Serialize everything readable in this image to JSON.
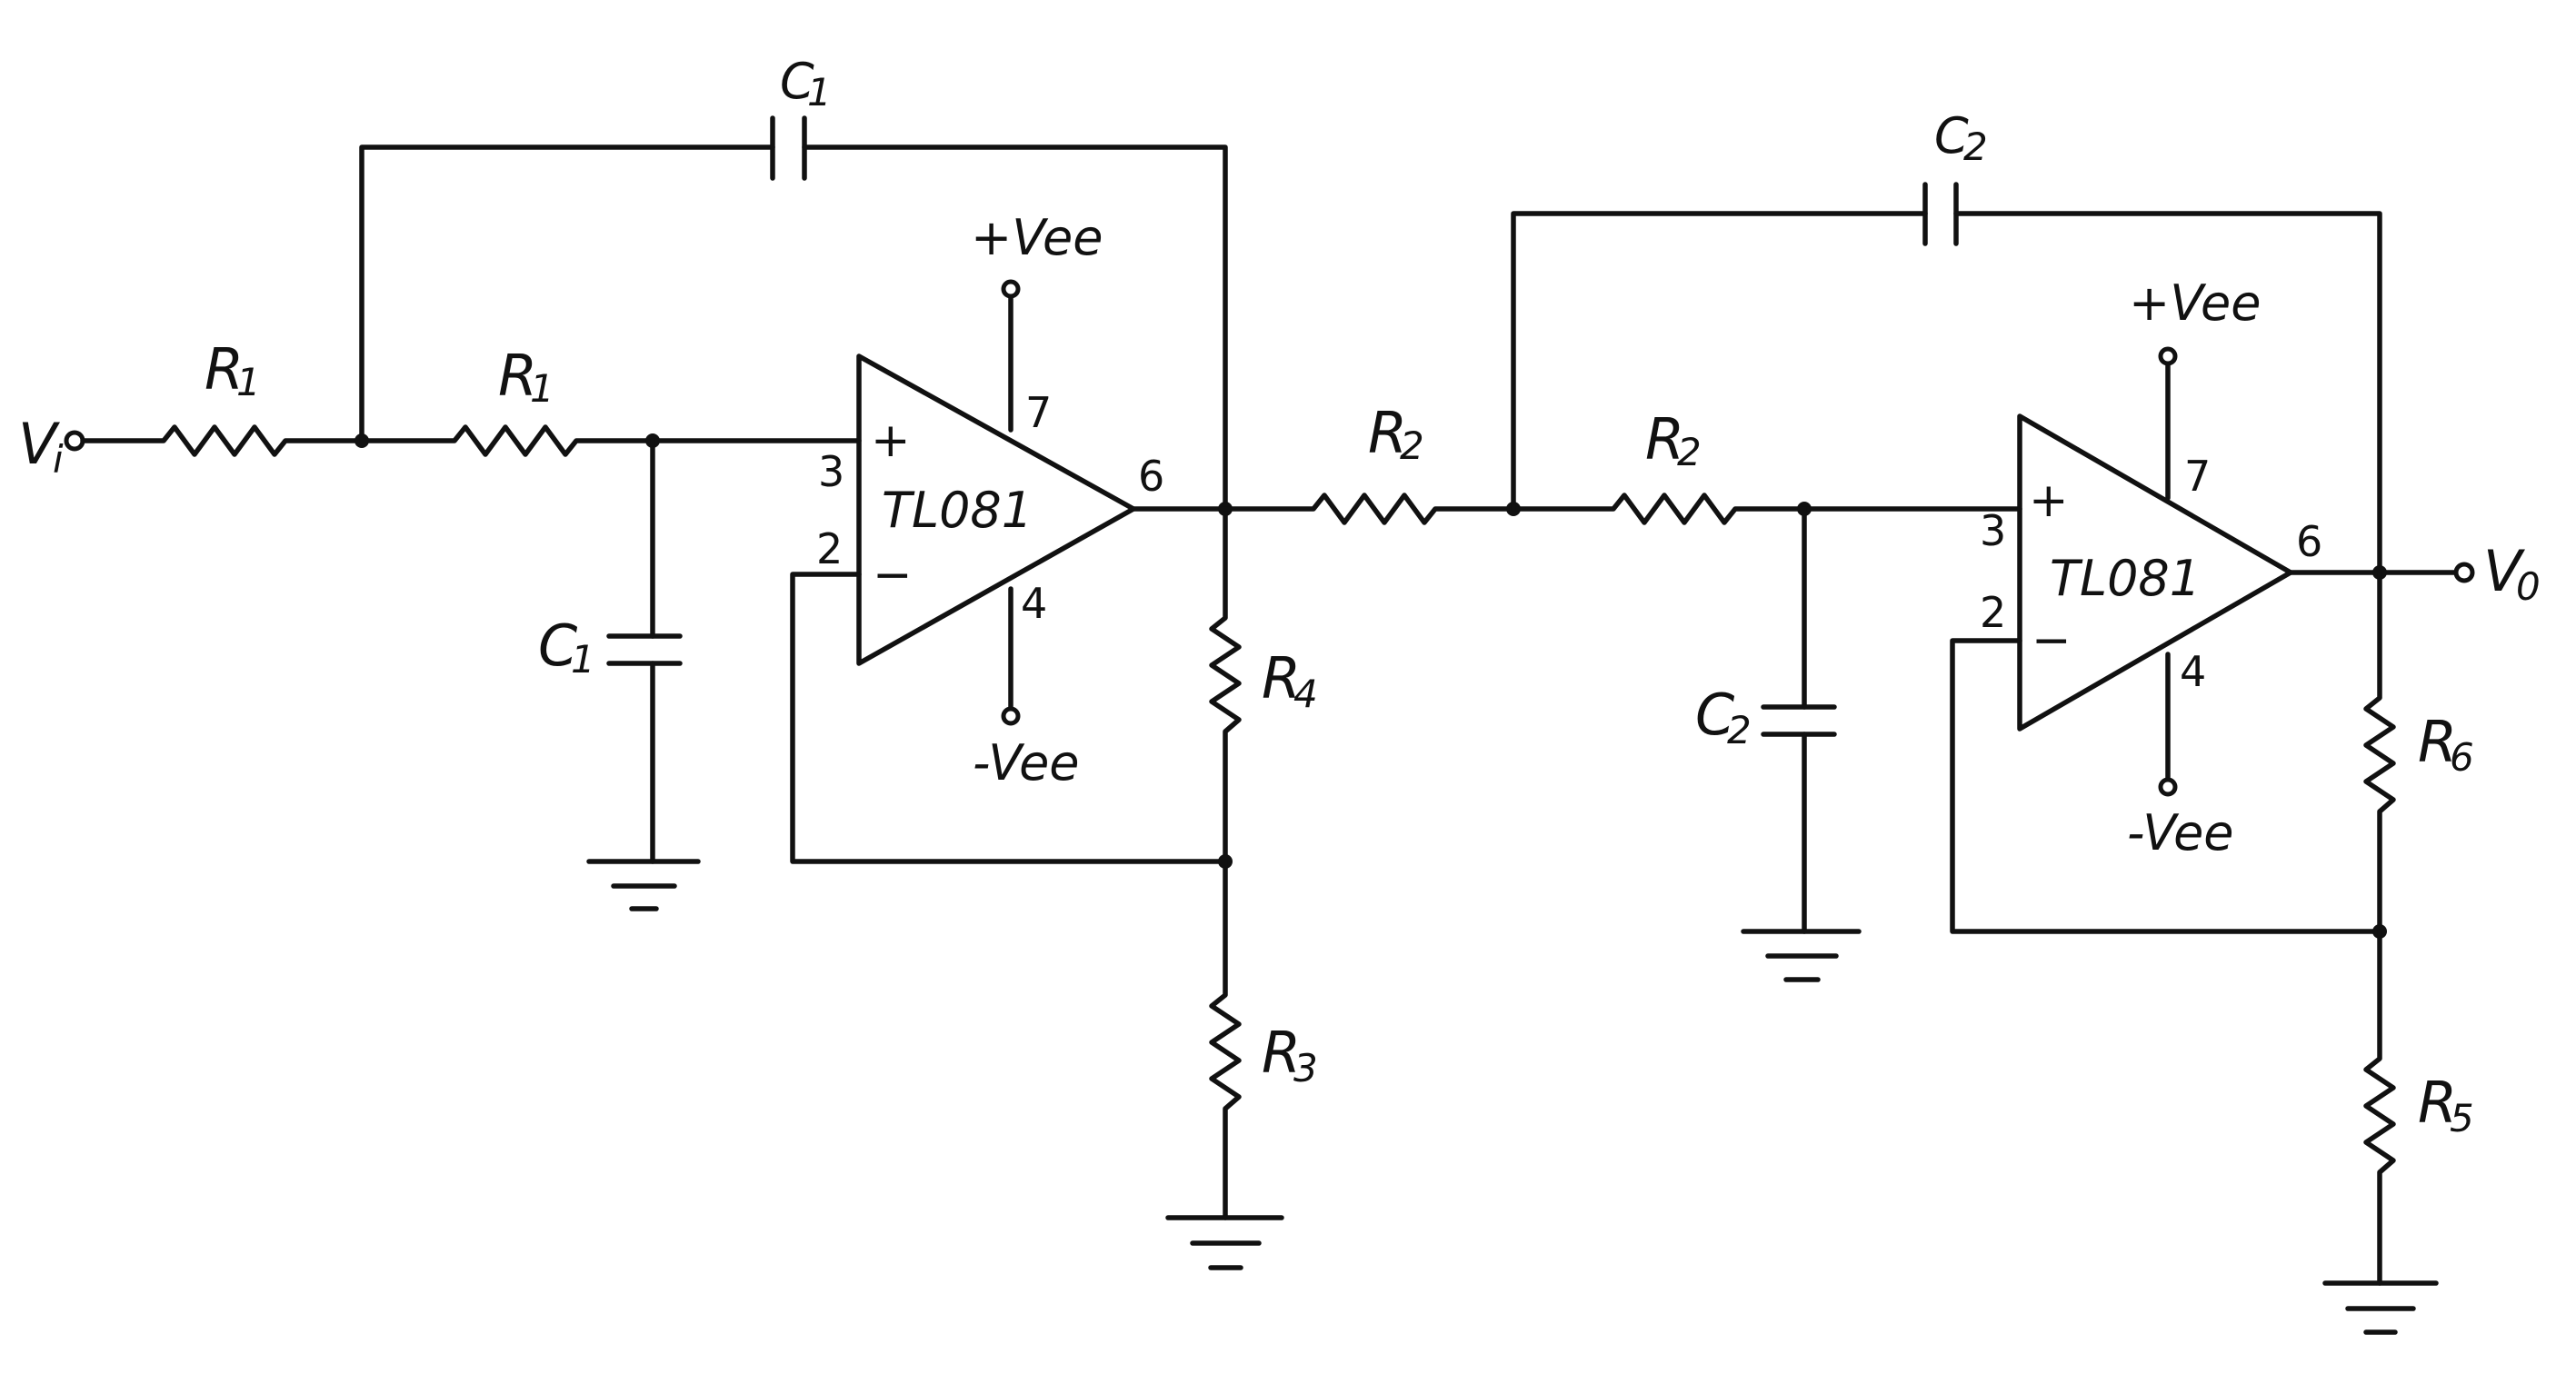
{
  "labels": {
    "vi": "V",
    "vi_sub": "i",
    "vo": "V",
    "vo_sub": "0",
    "r1_a": "R",
    "r1_a_sub": "1",
    "r1_b": "R",
    "r1_b_sub": "1",
    "r2_a": "R",
    "r2_a_sub": "2",
    "r2_b": "R",
    "r2_b_sub": "2",
    "r3": "R",
    "r3_sub": "3",
    "r4": "R",
    "r4_sub": "4",
    "r5": "R",
    "r5_sub": "5",
    "r6": "R",
    "r6_sub": "6",
    "c1_top": "C",
    "c1_top_sub": "1",
    "c1_shunt": "C",
    "c1_shunt_sub": "1",
    "c2_top": "C",
    "c2_top_sub": "2",
    "c2_shunt": "C",
    "c2_shunt_sub": "2",
    "opamp1": "TL081",
    "opamp2": "TL081",
    "plus_sign": "+",
    "minus_sign": "−",
    "vcc_plus": "+Vee",
    "vcc_minus": "-Vee",
    "pin_3": "3",
    "pin_2": "2",
    "pin_7": "7",
    "pin_4": "4",
    "pin_6": "6"
  }
}
